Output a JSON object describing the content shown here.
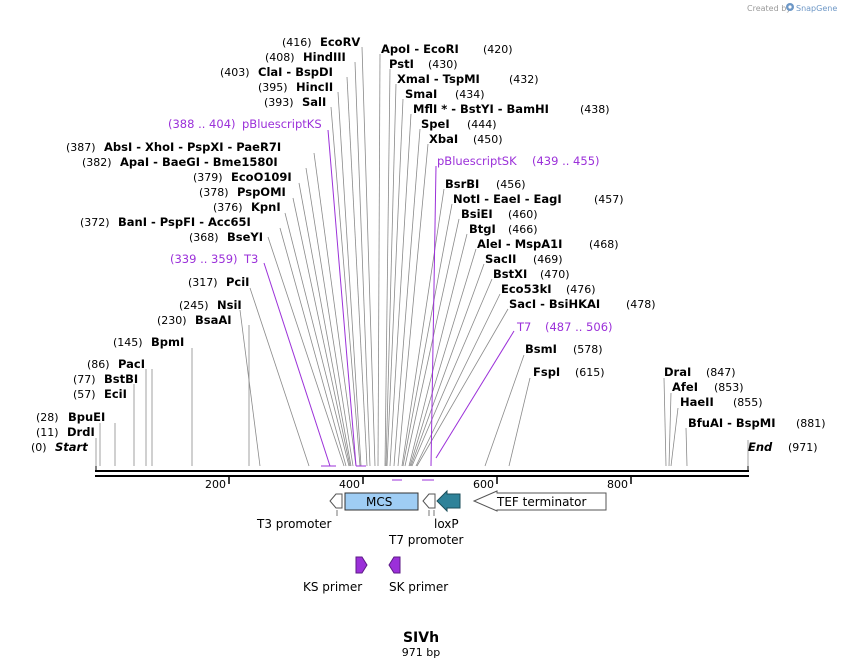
{
  "credit": {
    "prefix": "Created by",
    "brand": "SnapGene"
  },
  "title": "SIVh",
  "subtitle": "971 bp",
  "axis_ticks": [
    "200",
    "400",
    "600",
    "800"
  ],
  "sites": [
    {
      "id": "start",
      "pos": "(0)",
      "name": "Start",
      "special": true
    },
    {
      "id": "drdi",
      "pos": "(11)",
      "name": "DrdI"
    },
    {
      "id": "bpuei",
      "pos": "(28)",
      "name": "BpuEI"
    },
    {
      "id": "ecii",
      "pos": "(57)",
      "name": "EciI"
    },
    {
      "id": "bstbi",
      "pos": "(77)",
      "name": "BstBI"
    },
    {
      "id": "paci",
      "pos": "(86)",
      "name": "PacI"
    },
    {
      "id": "bpmi",
      "pos": "(145)",
      "name": "BpmI"
    },
    {
      "id": "bsaai",
      "pos": "(230)",
      "name": "BsaAI"
    },
    {
      "id": "nsii",
      "pos": "(245)",
      "name": "NsiI"
    },
    {
      "id": "pcii",
      "pos": "(317)",
      "name": "PciI"
    },
    {
      "id": "bseyi",
      "pos": "(368)",
      "name": "BseYI"
    },
    {
      "id": "bani",
      "pos": "(372)",
      "name": "BanI  -  PspFI  -  Acc65I"
    },
    {
      "id": "kpni",
      "pos": "(376)",
      "name": "KpnI"
    },
    {
      "id": "pspomi",
      "pos": "(378)",
      "name": "PspOMI"
    },
    {
      "id": "eco0109i",
      "pos": "(379)",
      "name": "EcoO109I"
    },
    {
      "id": "apai",
      "pos": "(382)",
      "name": "ApaI  -  BaeGI  -  Bme1580I"
    },
    {
      "id": "absi",
      "pos": "(387)",
      "name": "AbsI  -  XhoI  -  PspXI  -  PaeR7I"
    },
    {
      "id": "sali",
      "pos": "(393)",
      "name": "SalI"
    },
    {
      "id": "hincii",
      "pos": "(395)",
      "name": "HincII"
    },
    {
      "id": "clai",
      "pos": "(403)",
      "name": "ClaI  -  BspDI"
    },
    {
      "id": "hindiii",
      "pos": "(408)",
      "name": "HindIII"
    },
    {
      "id": "ecorv",
      "pos": "(416)",
      "name": "EcoRV"
    },
    {
      "id": "apoi",
      "pos": "(420)",
      "name": "ApoI  -  EcoRI"
    },
    {
      "id": "psti",
      "pos": "(430)",
      "name": "PstI"
    },
    {
      "id": "xmai",
      "pos": "(432)",
      "name": "XmaI  -  TspMI"
    },
    {
      "id": "smai",
      "pos": "(434)",
      "name": "SmaI"
    },
    {
      "id": "mfli",
      "pos": "(438)",
      "name": "MflI *  -  BstYI  -  BamHI"
    },
    {
      "id": "spei",
      "pos": "(444)",
      "name": "SpeI"
    },
    {
      "id": "xbai",
      "pos": "(450)",
      "name": "XbaI"
    },
    {
      "id": "bsrbi",
      "pos": "(456)",
      "name": "BsrBI"
    },
    {
      "id": "noti",
      "pos": "(457)",
      "name": "NotI  -  EaeI  -  EagI"
    },
    {
      "id": "bsiei",
      "pos": "(460)",
      "name": "BsiEI"
    },
    {
      "id": "btgi",
      "pos": "(466)",
      "name": "BtgI"
    },
    {
      "id": "alei",
      "pos": "(468)",
      "name": "AleI  -  MspA1I"
    },
    {
      "id": "sacii",
      "pos": "(469)",
      "name": "SacII"
    },
    {
      "id": "bstxi",
      "pos": "(470)",
      "name": "BstXI"
    },
    {
      "id": "eco53ki",
      "pos": "(476)",
      "name": "Eco53kI"
    },
    {
      "id": "saci",
      "pos": "(478)",
      "name": "SacI  -  BsiHKAI"
    },
    {
      "id": "bsmi",
      "pos": "(578)",
      "name": "BsmI"
    },
    {
      "id": "fspi",
      "pos": "(615)",
      "name": "FspI"
    },
    {
      "id": "drai",
      "pos": "(847)",
      "name": "DraI"
    },
    {
      "id": "afei",
      "pos": "(853)",
      "name": "AfeI"
    },
    {
      "id": "haeii",
      "pos": "(855)",
      "name": "HaeII"
    },
    {
      "id": "bfuai",
      "pos": "(881)",
      "name": "BfuAI  -  BspMI"
    },
    {
      "id": "end",
      "pos": "(971)",
      "name": "End",
      "special": true
    }
  ],
  "primers": [
    {
      "id": "pbluescriptks",
      "name": "pBluescriptKS",
      "range": "(388 .. 404)"
    },
    {
      "id": "pbluescriptsk",
      "name": "pBluescriptSK",
      "range": "(439 .. 455)"
    },
    {
      "id": "t3",
      "name": "T3",
      "range": "(339 .. 359)"
    },
    {
      "id": "t7",
      "name": "T7",
      "range": "(487 .. 506)"
    }
  ],
  "features": {
    "mcs": "MCS",
    "tef": "TEF terminator",
    "t3_promoter": "T3 promoter",
    "t7_promoter": "T7 promoter",
    "loxp": "loxP",
    "ks_primer": "KS primer",
    "sk_primer": "SK primer"
  },
  "colors": {
    "primer": "#9b30d9",
    "mcs_fill": "#9fcdf4",
    "loxp_fill": "#2e8299",
    "primer_arrow": "#9b30d9",
    "backbone": "#000000"
  }
}
